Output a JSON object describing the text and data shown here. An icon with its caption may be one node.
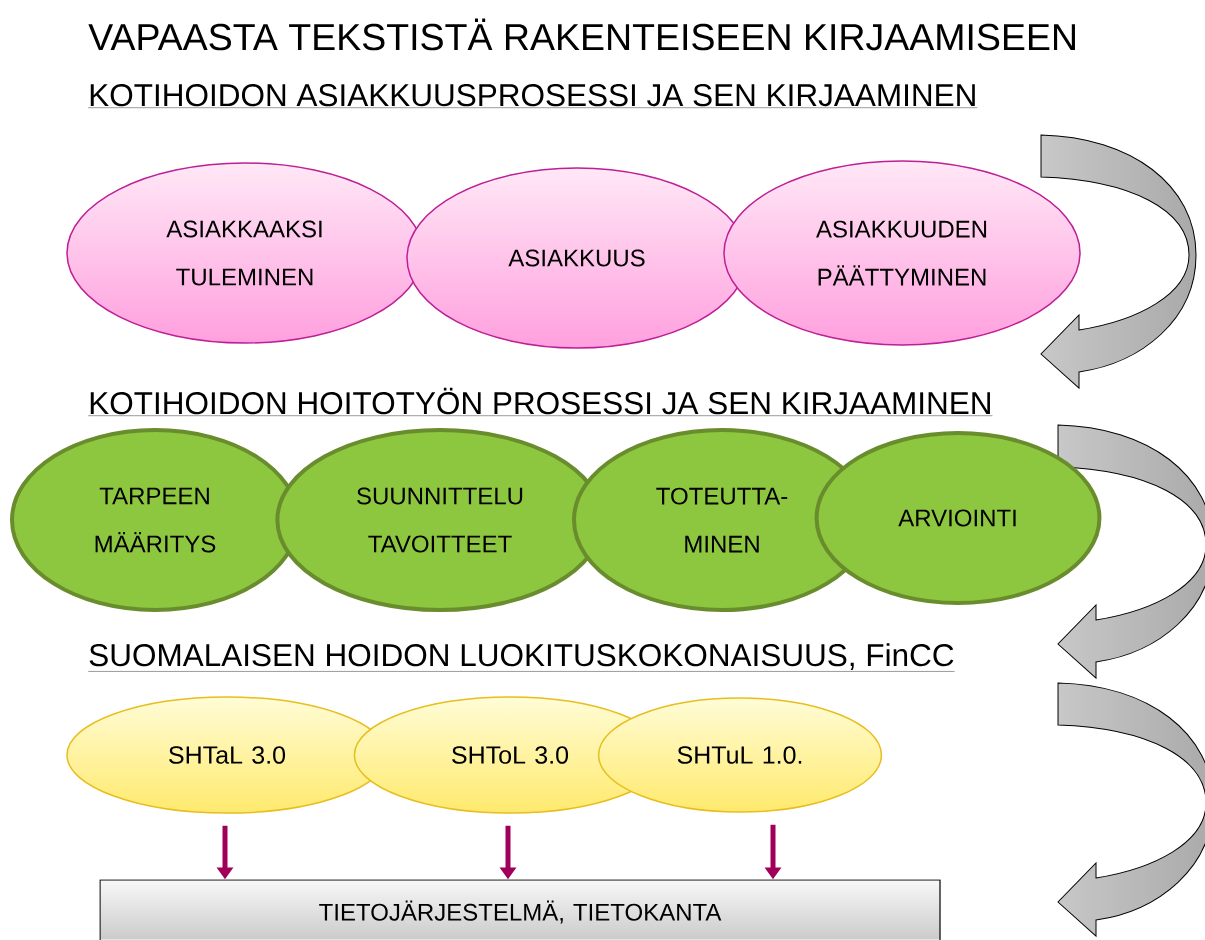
{
  "diagram": {
    "title": "VAPAASTA TEKSTISTÄ RAKENTEISEEN KIRJAAMISEEN",
    "nodes": [
      {
        "text": [
          "ASIAKKAAKSI TULEMINEN"
        ]
      },
      {
        "text": [
          "ASIAKKUUS"
        ]
      },
      {
        "text": [
          "ASIAKKUUDEN PÄÄTTYMINEN"
        ]
      },
      {
        "text": [
          "TARPEEN MÄÄRITYS"
        ]
      },
      {
        "text": [
          "SUUNNITTELU TAVOITTEET"
        ]
      },
      {
        "text": [
          "TOTEUTTA- MINEN"
        ]
      },
      {
        "text": [
          "ARVIOINTI"
        ]
      },
      {
        "text": [
          "SHTaL 3.0"
        ]
      },
      {
        "text": [
          "SHToL 3.0"
        ]
      },
      {
        "text": [
          "SHTuL 1.0."
        ]
      },
      {
        "text": [
          "TIETOJÄRJESTELMÄ, TIETOKANTA"
        ]
      }
    ],
    "edges": [
      {
        "from": 7,
        "to": 10,
        "arrow": "to"
      },
      {
        "from": 8,
        "to": 10,
        "arrow": "to"
      },
      {
        "from": 9,
        "to": 10,
        "arrow": "to"
      }
    ],
    "labels": [
      "KOTIHOIDON ASIAKKUUSPROSESSI JA SEN KIRJAAMINEN",
      "KOTIHOIDON HOITOTYÖN PROSESSI JA SEN KIRJAAMINEN",
      "SUOMALAISEN HOIDON LUOKITUSKOKONAISUUS, FinCC"
    ]
  }
}
